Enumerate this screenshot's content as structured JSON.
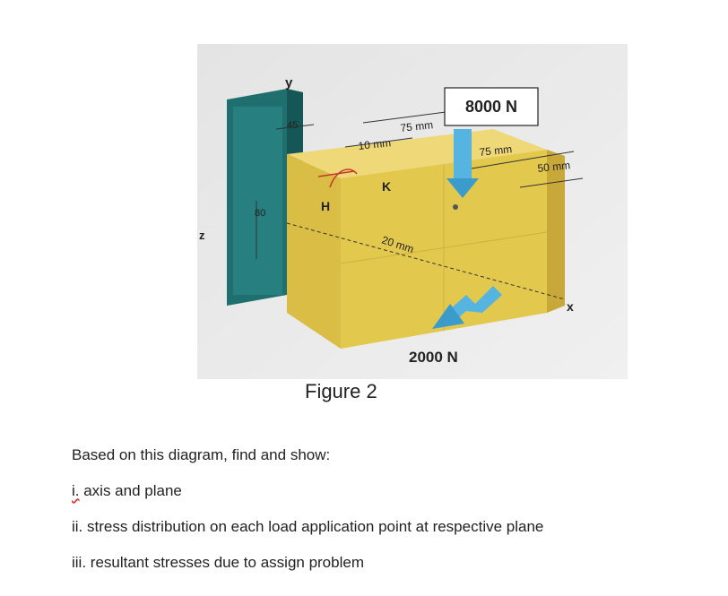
{
  "figure": {
    "caption": "Figure 2",
    "labels": {
      "load_top": "8000 N",
      "load_side": "2000 N",
      "dim_top_75": "75 mm",
      "dim_mid_75": "75 mm",
      "dim_10": "10 mm",
      "dim_50": "50 mm",
      "dim_20": "20 mm",
      "dim_45": "45",
      "dim_80": "80",
      "point_k": "K",
      "point_h": "H",
      "axis_y": "y",
      "axis_z": "z",
      "axis_x": "x"
    },
    "colors": {
      "wall": "#2e8a8a",
      "block_front": "#e3c84e",
      "block_top": "#efd877",
      "block_right": "#c9a83a",
      "arrow": "#56b4e0",
      "background": "#ececec"
    }
  },
  "question": {
    "intro": "Based on this diagram, find and show:",
    "item_i_marker": "i.",
    "item_i_text": " axis and plane",
    "item_ii": "ii. stress distribution on each load application point at respective plane",
    "item_iii": "iii. resultant stresses due to assign problem"
  }
}
